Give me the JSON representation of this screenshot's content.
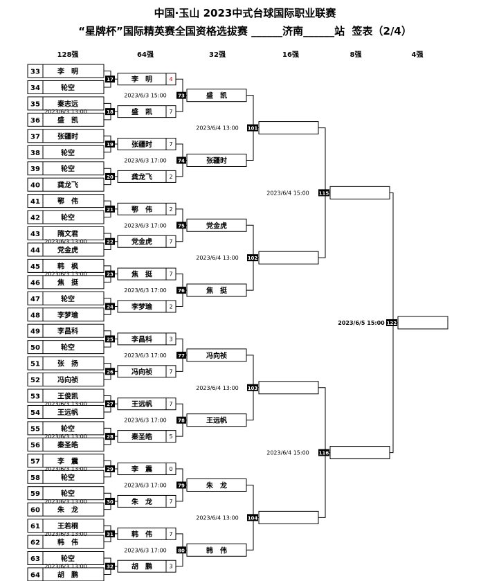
{
  "title_line1": "中国·玉山 2023中式台球国际职业联赛",
  "title_line2": "“星牌杯”国际精英赛全国资格选拔赛 ______济南______站  签表（2/4）",
  "round_headers": [
    "128强",
    "64强",
    "32强",
    "16强",
    "8强",
    "4强"
  ],
  "colors": {
    "line": "#000000",
    "score_highlight": "#d00000",
    "match_box": "#000000"
  },
  "r128": [
    {
      "seed": "33",
      "name": "李　明"
    },
    {
      "seed": "34",
      "name": "轮空"
    },
    {
      "seed": "35",
      "name": "秦志远"
    },
    {
      "seed": "36",
      "name": "盛　凯"
    },
    {
      "seed": "37",
      "name": "张疆时"
    },
    {
      "seed": "38",
      "name": "轮空"
    },
    {
      "seed": "39",
      "name": "轮空"
    },
    {
      "seed": "40",
      "name": "龚龙飞"
    },
    {
      "seed": "41",
      "name": "鄂　伟"
    },
    {
      "seed": "42",
      "name": "轮空"
    },
    {
      "seed": "43",
      "name": "隋文君"
    },
    {
      "seed": "44",
      "name": "党金虎"
    },
    {
      "seed": "45",
      "name": "韩　枫"
    },
    {
      "seed": "46",
      "name": "焦　挺"
    },
    {
      "seed": "47",
      "name": "轮空"
    },
    {
      "seed": "48",
      "name": "李梦瑜"
    },
    {
      "seed": "49",
      "name": "李昌科"
    },
    {
      "seed": "50",
      "name": "轮空"
    },
    {
      "seed": "51",
      "name": "张　扬"
    },
    {
      "seed": "52",
      "name": "冯向祯"
    },
    {
      "seed": "53",
      "name": "王俊凯"
    },
    {
      "seed": "54",
      "name": "王远帆"
    },
    {
      "seed": "55",
      "name": "轮空"
    },
    {
      "seed": "56",
      "name": "秦圣皓"
    },
    {
      "seed": "57",
      "name": "李　震"
    },
    {
      "seed": "58",
      "name": "轮空"
    },
    {
      "seed": "59",
      "name": "轮空"
    },
    {
      "seed": "60",
      "name": "朱　龙"
    },
    {
      "seed": "61",
      "name": "王若桐"
    },
    {
      "seed": "62",
      "name": "韩　伟"
    },
    {
      "seed": "63",
      "name": "轮空"
    },
    {
      "seed": "64",
      "name": "胡　鹏"
    }
  ],
  "r128_times": [
    "",
    "2023/6/3 13:00",
    "",
    "",
    "",
    "2023/6/3 13:00",
    "2023/6/3 13:00",
    "",
    "",
    "",
    "2023/6/3 13:00",
    "2023/6/3 13:00",
    "2023/6/3 13:00",
    "2023/6/3 13:00",
    "2023/6/3 13:00",
    "2023/6/3 13:00"
  ],
  "r64": [
    {
      "match": "17",
      "name": "李　明",
      "score": "4",
      "red": true
    },
    {
      "match": "18",
      "name": "盛　凯",
      "score": "7"
    },
    {
      "match": "19",
      "name": "张疆时",
      "score": "7"
    },
    {
      "match": "20",
      "name": "龚龙飞",
      "score": "2"
    },
    {
      "match": "21",
      "name": "鄂　伟",
      "score": "2"
    },
    {
      "match": "22",
      "name": "党金虎",
      "score": "7"
    },
    {
      "match": "23",
      "name": "焦　挺",
      "score": "7"
    },
    {
      "match": "24",
      "name": "李梦瑜",
      "score": "2"
    },
    {
      "match": "25",
      "name": "李昌科",
      "score": "3"
    },
    {
      "match": "26",
      "name": "冯向祯",
      "score": "7"
    },
    {
      "match": "27",
      "name": "王远帆",
      "score": "7"
    },
    {
      "match": "28",
      "name": "秦圣皓",
      "score": "5"
    },
    {
      "match": "29",
      "name": "李　震",
      "score": "0"
    },
    {
      "match": "30",
      "name": "朱　龙",
      "score": "7"
    },
    {
      "match": "31",
      "name": "韩　伟",
      "score": "7"
    },
    {
      "match": "32",
      "name": "胡　鹏",
      "score": "3"
    }
  ],
  "r64_times": [
    "2023/6/3 15:00",
    "2023/6/3 17:00",
    "2023/6/3 17:00",
    "2023/6/3 17:00",
    "2023/6/3 17:00",
    "2023/6/3 17:00",
    "2023/6/3 17:00",
    "2023/6/3 17:00"
  ],
  "r32": [
    {
      "match": "73",
      "name": "盛　凯"
    },
    {
      "match": "74",
      "name": "张疆时"
    },
    {
      "match": "75",
      "name": "党金虎"
    },
    {
      "match": "76",
      "name": "焦　挺"
    },
    {
      "match": "77",
      "name": "冯向祯"
    },
    {
      "match": "78",
      "name": "王远帆"
    },
    {
      "match": "79",
      "name": "朱　龙"
    },
    {
      "match": "80",
      "name": "韩　伟"
    }
  ],
  "r32_times": [
    "2023/6/4 13:00",
    "2023/6/4 13:00",
    "2023/6/4 13:00",
    "2023/6/4 13:00"
  ],
  "r16": [
    {
      "match": "101"
    },
    {
      "match": "102"
    },
    {
      "match": "103"
    },
    {
      "match": "104"
    }
  ],
  "r16_times": [
    "2023/6/4 15:00",
    "2023/6/4 15:00"
  ],
  "r8": [
    {
      "match": "115"
    },
    {
      "match": "116"
    }
  ],
  "r8_time": "2023/6/5 15:00",
  "r4": {
    "match": "122"
  }
}
